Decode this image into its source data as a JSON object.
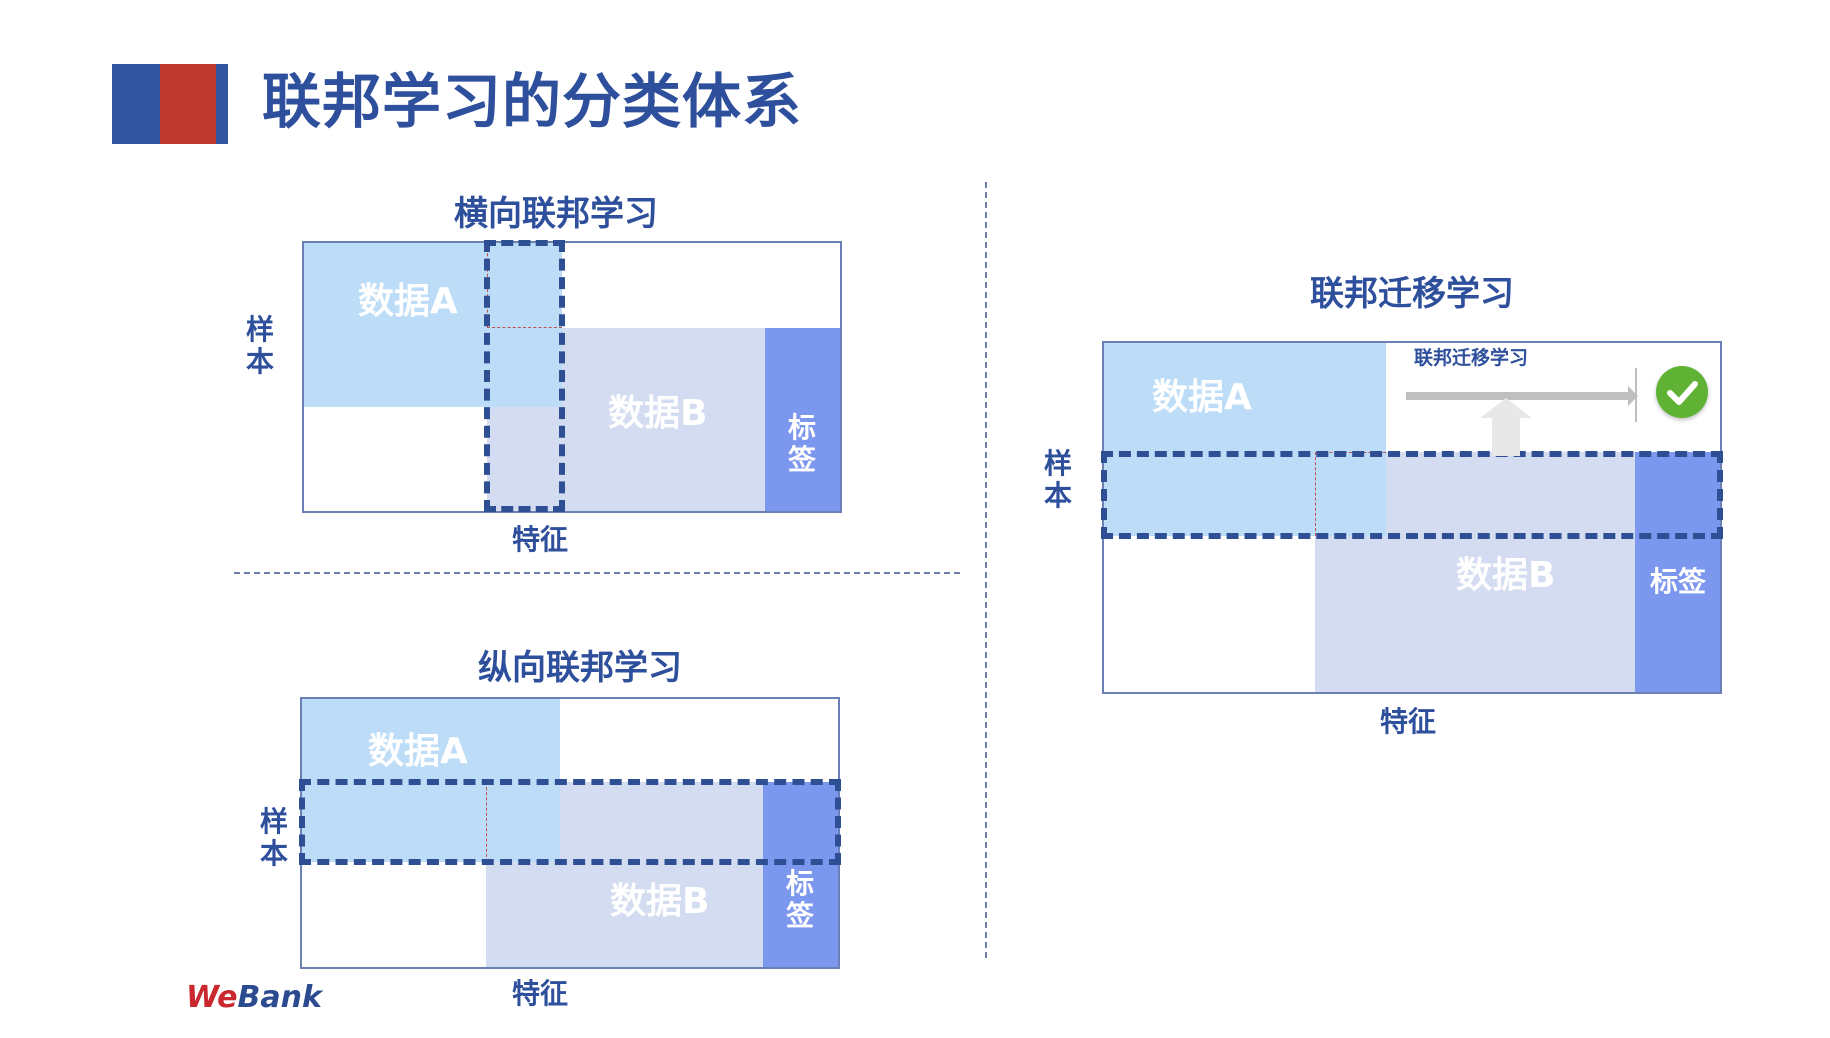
{
  "page": {
    "title": "联邦学习的分类体系"
  },
  "horizontal": {
    "title": "横向联邦学习",
    "samples_label": "样本",
    "features_label": "特征",
    "data_a": "数据A",
    "data_b": "数据B",
    "label": "标签"
  },
  "vertical": {
    "title": "纵向联邦学习",
    "samples_label": "样本",
    "features_label": "特征",
    "data_a": "数据A",
    "data_b": "数据B",
    "label": "标签"
  },
  "transfer": {
    "title": "联邦迁移学习",
    "arrow_caption": "联邦迁移学习",
    "samples_label": "样本",
    "features_label": "特征",
    "data_a": "数据A",
    "data_b": "数据B",
    "label": "标签",
    "check_icon": "check-circle-icon"
  },
  "brand": {
    "we": "We",
    "bank": "Bank"
  },
  "colors": {
    "title_blue": "#2e4f9c",
    "data_a": "#bcdcf7",
    "data_b": "#d3dcf0",
    "label_col": "#7b97ee",
    "dash_border": "#2f4f95",
    "logo_blue": "#3355a1",
    "logo_red": "#bf3a31",
    "check_green": "#5fb234"
  }
}
